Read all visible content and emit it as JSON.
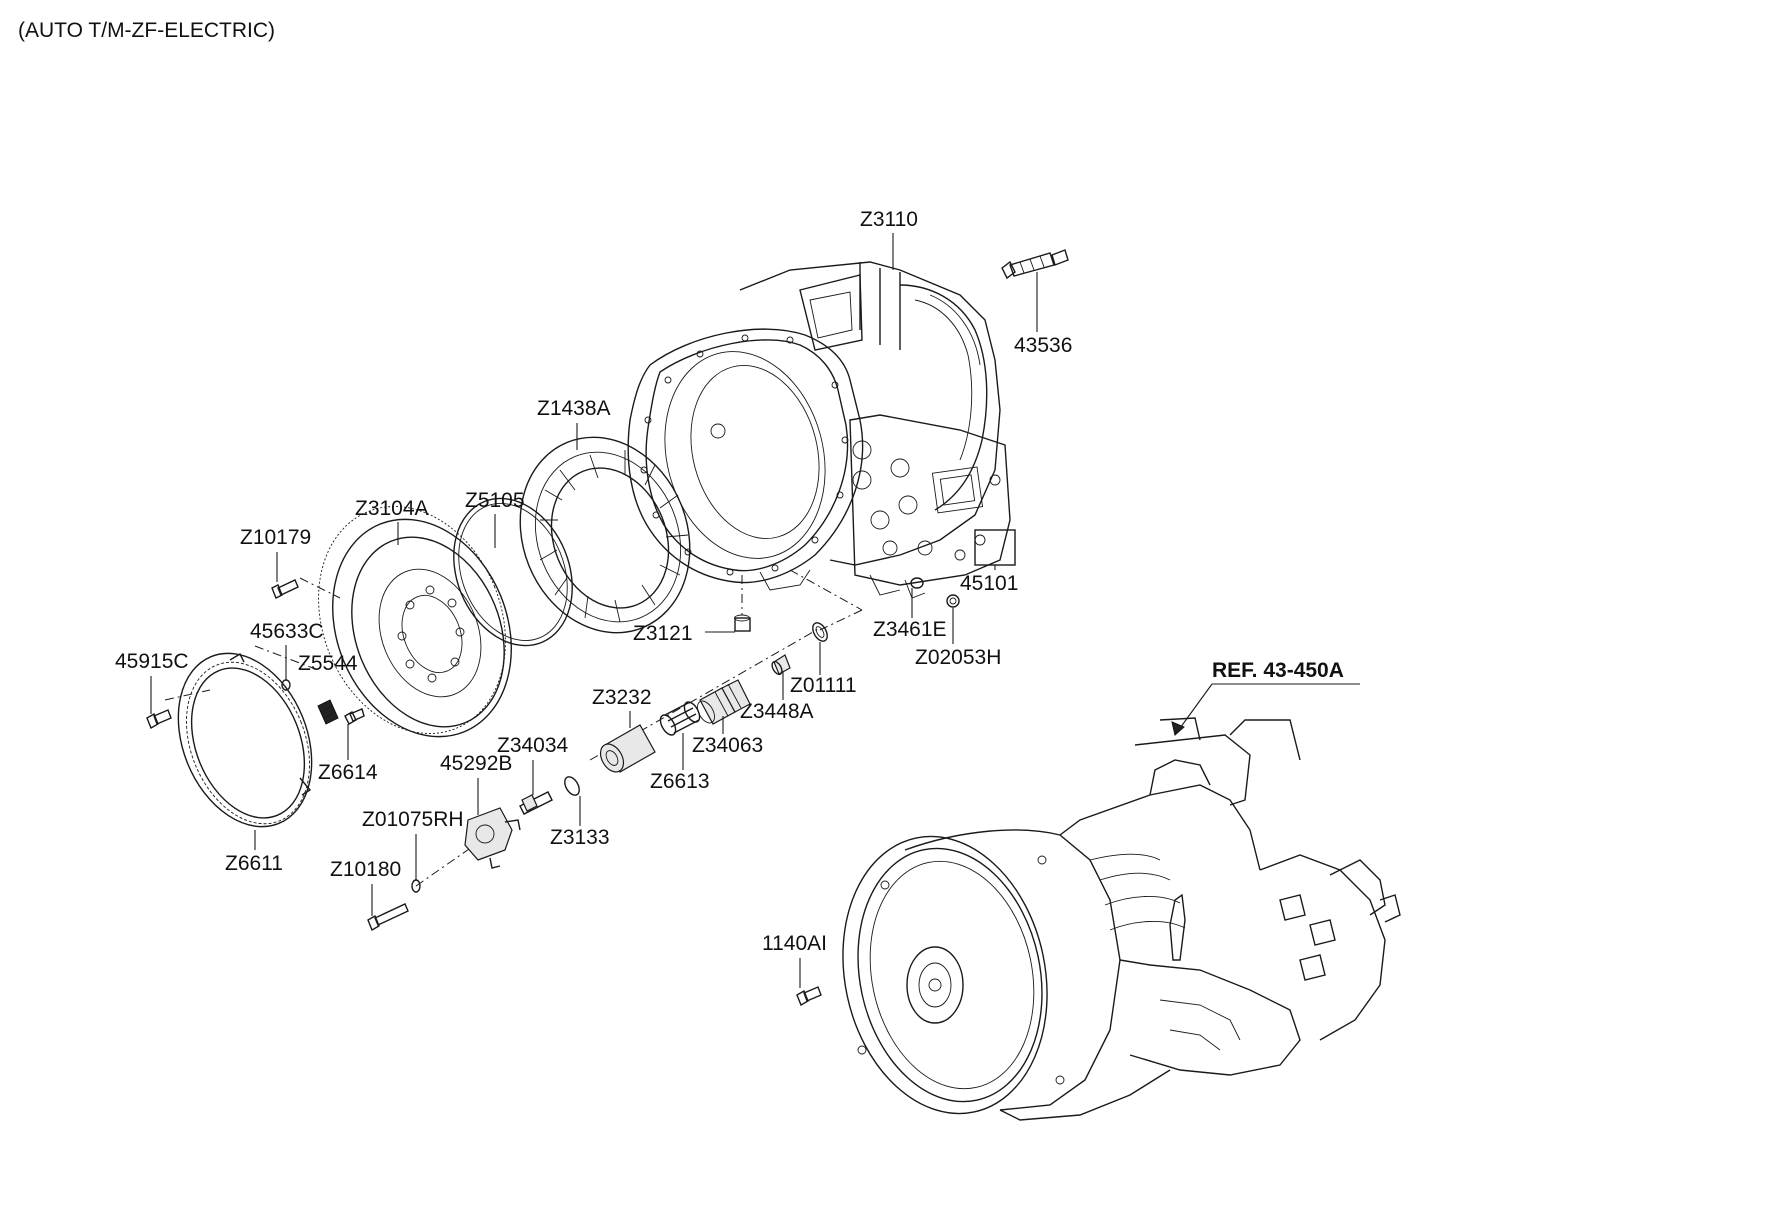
{
  "header": {
    "title": "(AUTO T/M-ZF-ELECTRIC)"
  },
  "reference": {
    "label": "REF. 43-450A"
  },
  "parts": [
    {
      "id": "Z3110"
    },
    {
      "id": "43536"
    },
    {
      "id": "Z1438A"
    },
    {
      "id": "Z5105"
    },
    {
      "id": "Z3104A"
    },
    {
      "id": "Z10179"
    },
    {
      "id": "45101"
    },
    {
      "id": "Z3121"
    },
    {
      "id": "Z3461E"
    },
    {
      "id": "Z02053H"
    },
    {
      "id": "45633C"
    },
    {
      "id": "45915C"
    },
    {
      "id": "Z5544"
    },
    {
      "id": "Z3232"
    },
    {
      "id": "Z01111"
    },
    {
      "id": "Z3448A"
    },
    {
      "id": "Z34063"
    },
    {
      "id": "Z6614"
    },
    {
      "id": "Z34034"
    },
    {
      "id": "45292B"
    },
    {
      "id": "Z6613"
    },
    {
      "id": "Z01075RH"
    },
    {
      "id": "Z3133"
    },
    {
      "id": "Z6611"
    },
    {
      "id": "Z10180"
    },
    {
      "id": "1140AI"
    }
  ]
}
